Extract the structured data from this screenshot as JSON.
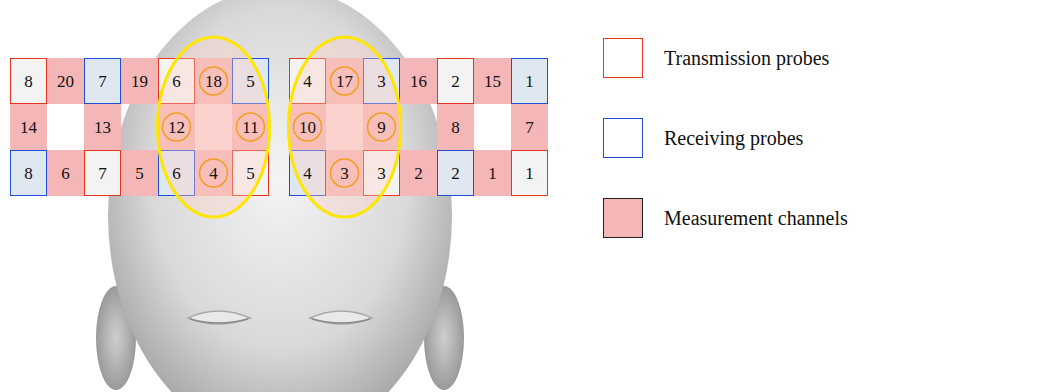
{
  "diagram": {
    "nodes": [
      {
        "text": [
          "8"
        ]
      },
      {
        "text": [
          "20"
        ]
      },
      {
        "text": [
          "7"
        ]
      },
      {
        "text": [
          "19"
        ]
      },
      {
        "text": [
          "6"
        ]
      },
      {
        "text": [
          "18"
        ]
      },
      {
        "text": [
          "5"
        ]
      },
      {
        "text": [
          "4"
        ]
      },
      {
        "text": [
          "17"
        ]
      },
      {
        "text": [
          "3"
        ]
      },
      {
        "text": [
          "16"
        ]
      },
      {
        "text": [
          "2"
        ]
      },
      {
        "text": [
          "15"
        ]
      },
      {
        "text": [
          "1"
        ]
      },
      {
        "text": [
          "14"
        ]
      },
      {
        "text": [
          "13"
        ]
      },
      {
        "text": [
          "12"
        ]
      },
      {
        "text": [
          "11"
        ]
      },
      {
        "text": [
          "10"
        ]
      },
      {
        "text": [
          "9"
        ]
      },
      {
        "text": [
          "8"
        ]
      },
      {
        "text": [
          "7"
        ]
      },
      {
        "text": [
          "8"
        ]
      },
      {
        "text": [
          "6"
        ]
      },
      {
        "text": [
          "7"
        ]
      },
      {
        "text": [
          "5"
        ]
      },
      {
        "text": [
          "6"
        ]
      },
      {
        "text": [
          "4"
        ]
      },
      {
        "text": [
          "5"
        ]
      },
      {
        "text": [
          "4"
        ]
      },
      {
        "text": [
          "3"
        ]
      },
      {
        "text": [
          "3"
        ]
      },
      {
        "text": [
          "2"
        ]
      },
      {
        "text": [
          "2"
        ]
      },
      {
        "text": [
          "1"
        ]
      },
      {
        "text": [
          "1"
        ]
      }
    ],
    "legend": [
      {
        "text": "Transmission probes"
      },
      {
        "text": "Receiving probes"
      },
      {
        "text": "Measurement channels",
        "color": "#f4b6b6"
      }
    ]
  }
}
